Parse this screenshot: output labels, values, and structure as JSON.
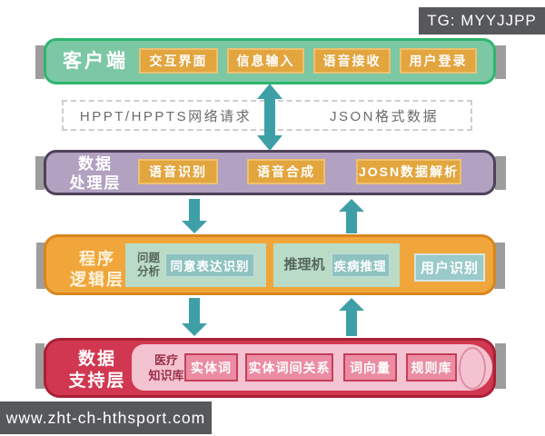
{
  "badges": {
    "tg_label": "TG: MYYJJPP",
    "site_label": "www.zht-ch-hthsport.com"
  },
  "network_box": {
    "request_label": "HPPT/HPPTS网络请求",
    "data_label": "JSON格式数据"
  },
  "layers": {
    "client": {
      "label": "客户端",
      "buttons": [
        "交互界面",
        "信息输入",
        "语音接收",
        "用户登录"
      ]
    },
    "processing": {
      "label": "数据\n处理层",
      "buttons": [
        "语音识别",
        "语音合成",
        "JOSN数据解析"
      ]
    },
    "logic": {
      "label": "程序\n逻辑层",
      "group1": {
        "label": "问题\n分析",
        "chip": "同意表达识别"
      },
      "group2": {
        "label": "推理机",
        "chip": "疾病推理"
      },
      "user_chip": "用户识别"
    },
    "support": {
      "label": "数据\n支持层",
      "db_label": "医疗\n知识库",
      "items": [
        "实体词",
        "实体词间关系",
        "词向量",
        "规则库"
      ]
    }
  },
  "colors": {
    "client_fill": "#7cc8a5",
    "client_border": "#2fb56f",
    "processing_fill": "#b2a1c0",
    "processing_border": "#4d4259",
    "logic_fill": "#f0a63a",
    "logic_border": "#d9861f",
    "support_fill": "#d13750",
    "support_border": "#a82136",
    "component_button": "#e3a53e",
    "mint_panel": "#badcc7",
    "teal_chip": "#8ec2c0",
    "db_container": "#f4c3d1",
    "db_item": "#eb8ca3",
    "db_item_border": "#c43f59",
    "arrow_teal": "#3f9fa7",
    "watermark_bg": "#57585b",
    "side_tab": "#9d9d9d"
  }
}
